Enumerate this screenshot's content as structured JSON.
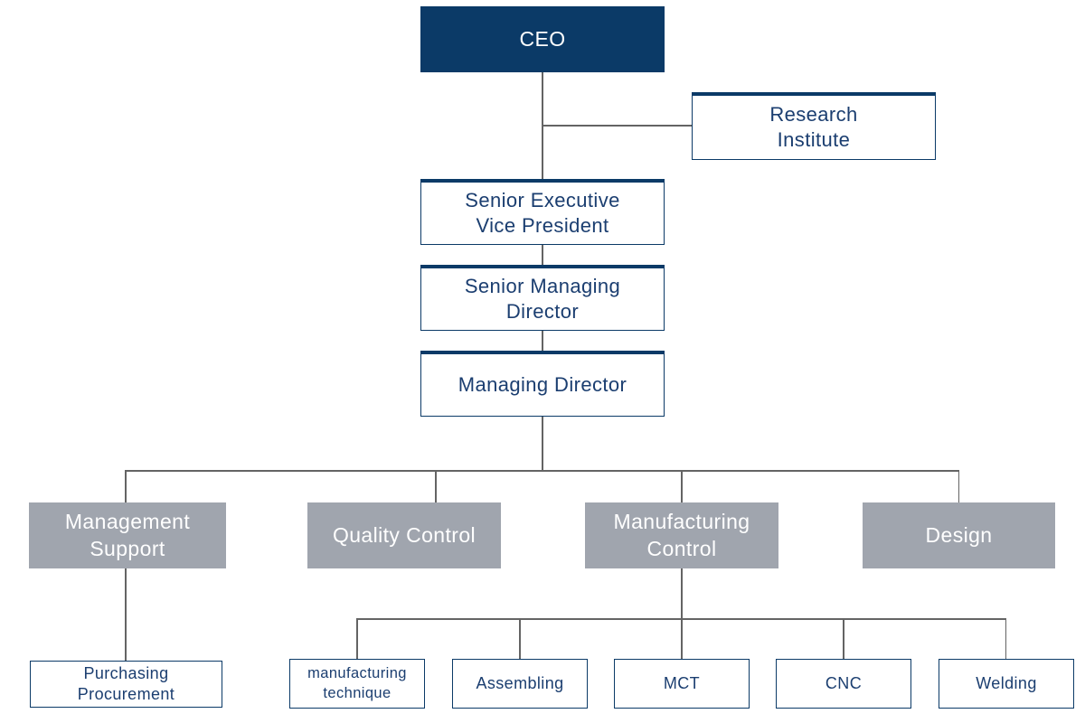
{
  "palette": {
    "navy_fill": "#0b3a67",
    "navy_text": "#1b3e70",
    "gray_fill": "#a0a5ae",
    "connector_line": "#646464",
    "background": "#ffffff",
    "white_text": "#ffffff"
  },
  "nodes": {
    "ceo": {
      "label": "CEO"
    },
    "research_institute": {
      "label": "Research\nInstitute"
    },
    "senior_executive_vice_president": {
      "label": "Senior Executive\nVice President"
    },
    "senior_managing_director": {
      "label": "Senior Managing\nDirector"
    },
    "managing_director": {
      "label": "Managing Director"
    },
    "management_support": {
      "label": "Management\nSupport"
    },
    "quality_control": {
      "label": "Quality Control"
    },
    "manufacturing_control": {
      "label": "Manufacturing\nControl"
    },
    "design": {
      "label": "Design"
    },
    "purchasing_procurement": {
      "label": "Purchasing\nProcurement"
    },
    "manufacturing_technique": {
      "label": "manufacturing\ntechnique"
    },
    "assembling": {
      "label": "Assembling"
    },
    "mct": {
      "label": "MCT"
    },
    "cnc": {
      "label": "CNC"
    },
    "welding": {
      "label": "Welding"
    }
  },
  "edges": [
    [
      "ceo",
      "research_institute"
    ],
    [
      "ceo",
      "senior_executive_vice_president"
    ],
    [
      "senior_executive_vice_president",
      "senior_managing_director"
    ],
    [
      "senior_managing_director",
      "managing_director"
    ],
    [
      "managing_director",
      "management_support"
    ],
    [
      "managing_director",
      "quality_control"
    ],
    [
      "managing_director",
      "manufacturing_control"
    ],
    [
      "managing_director",
      "design"
    ],
    [
      "management_support",
      "purchasing_procurement"
    ],
    [
      "manufacturing_control",
      "manufacturing_technique"
    ],
    [
      "manufacturing_control",
      "assembling"
    ],
    [
      "manufacturing_control",
      "mct"
    ],
    [
      "manufacturing_control",
      "cnc"
    ],
    [
      "manufacturing_control",
      "welding"
    ]
  ]
}
